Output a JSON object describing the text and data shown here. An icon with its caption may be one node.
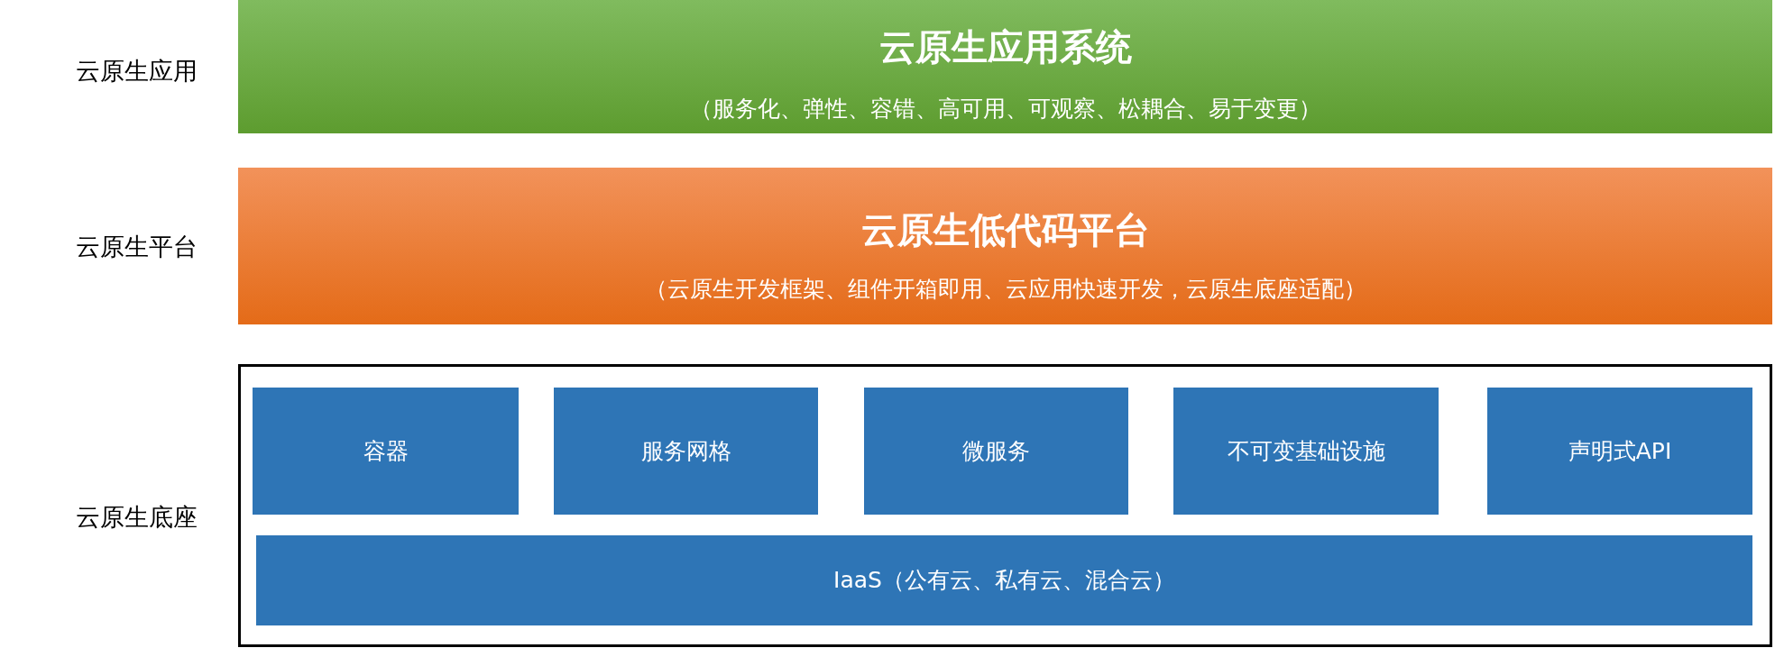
{
  "diagram": {
    "nodes": [
      {
        "text": [
          "云原生应用系统",
          "（服务化、弹性、容错、高可用、可观察、松耦合、易于变更）"
        ],
        "beside": [
          "云原生应用"
        ]
      },
      {
        "text": [
          "云原生低代码平台",
          "（云原生开发框架、组件开箱即用、云应用快速开发，云原生底座适配）"
        ],
        "beside": [
          "云原生平台"
        ]
      },
      {
        "text": [],
        "shape": "box",
        "beside": [
          "云原生底座"
        ]
      },
      {
        "text": [
          "容器"
        ],
        "in": 2
      },
      {
        "text": [
          "服务网格"
        ],
        "in": 2
      },
      {
        "text": [
          "微服务"
        ],
        "in": 2
      },
      {
        "text": [
          "不可变基础设施"
        ],
        "in": 2
      },
      {
        "text": [
          "声明式API"
        ],
        "in": 2
      },
      {
        "text": [
          "IaaS（公有云、私有云、混合云）"
        ],
        "in": 2
      }
    ]
  }
}
